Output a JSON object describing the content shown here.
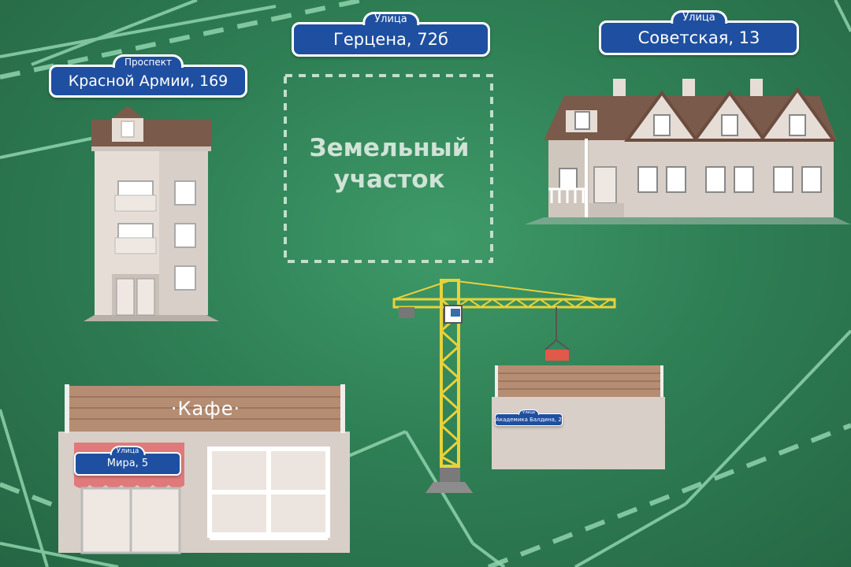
{
  "land_plot": {
    "label_line1": "Земельный",
    "label_line2": "участок"
  },
  "cafe": {
    "title": "·Кафе·"
  },
  "signs": {
    "krasnoy_armii": {
      "type": "Проспект",
      "address": "Красной Армии, 169"
    },
    "gertsena": {
      "type": "Улица",
      "address": "Герцена, 72б"
    },
    "sovetskaya": {
      "type": "Улица",
      "address": "Советская, 13"
    },
    "mira": {
      "type": "Улица",
      "address": "Мира, 5"
    },
    "baldina": {
      "type": "Улица",
      "address": "Академика Балдина, 2"
    }
  },
  "colors": {
    "background": "#2f7a52",
    "sign_blue": "#1f4fa0",
    "crane_yellow": "#e8d23a",
    "wall_beige": "#d8cfc8",
    "roof_brown": "#7a5a4a",
    "cafe_awning": "#e07a7a"
  }
}
